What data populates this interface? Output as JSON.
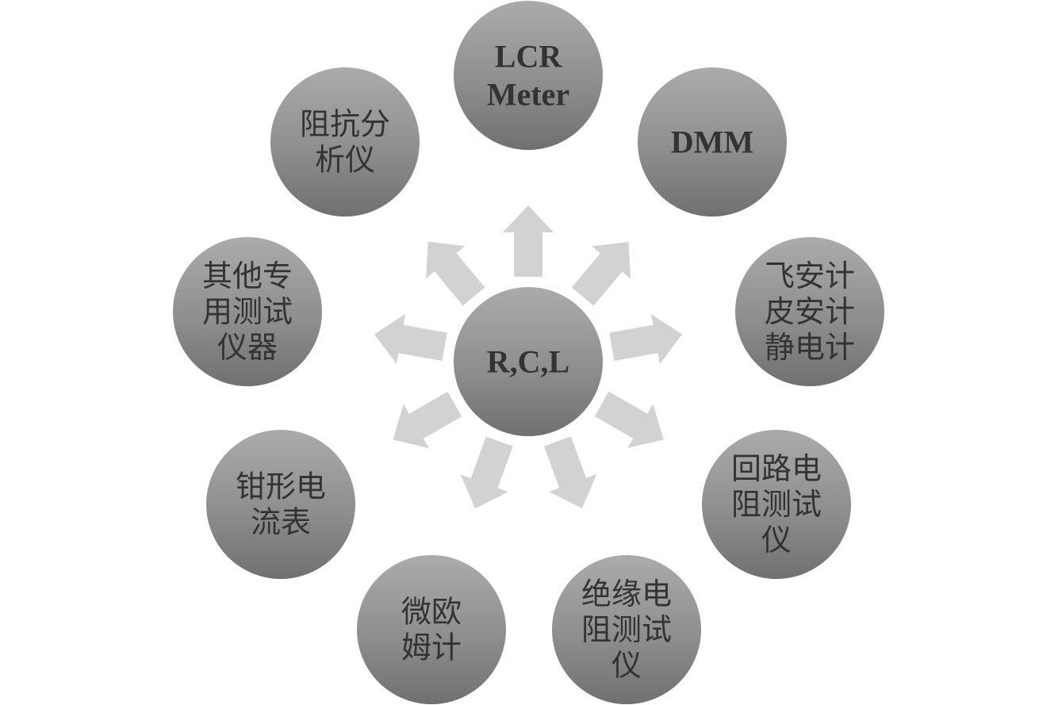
{
  "diagram": {
    "center": {
      "lines": [
        "R,C,L"
      ]
    },
    "nodes": [
      {
        "id": "lcr-meter",
        "lines": [
          "LCR",
          "Meter"
        ]
      },
      {
        "id": "dmm",
        "lines": [
          "DMM"
        ]
      },
      {
        "id": "electrostatic-meters",
        "lines": [
          "飞安计",
          "皮安计",
          "静电计"
        ]
      },
      {
        "id": "loop-resistance-tester",
        "lines": [
          "回路电",
          "阻测试",
          "仪"
        ]
      },
      {
        "id": "insulation-resistance-tester",
        "lines": [
          "绝缘电",
          "阻测试",
          "仪"
        ]
      },
      {
        "id": "micro-ohmmeter",
        "lines": [
          "微欧",
          "姆计"
        ]
      },
      {
        "id": "clamp-meter",
        "lines": [
          "钳形电",
          "流表"
        ]
      },
      {
        "id": "other-special-instruments",
        "lines": [
          "其他专",
          "用测试",
          "仪器"
        ]
      },
      {
        "id": "impedance-analyzer",
        "lines": [
          "阻抗分",
          "析仪"
        ]
      }
    ]
  }
}
